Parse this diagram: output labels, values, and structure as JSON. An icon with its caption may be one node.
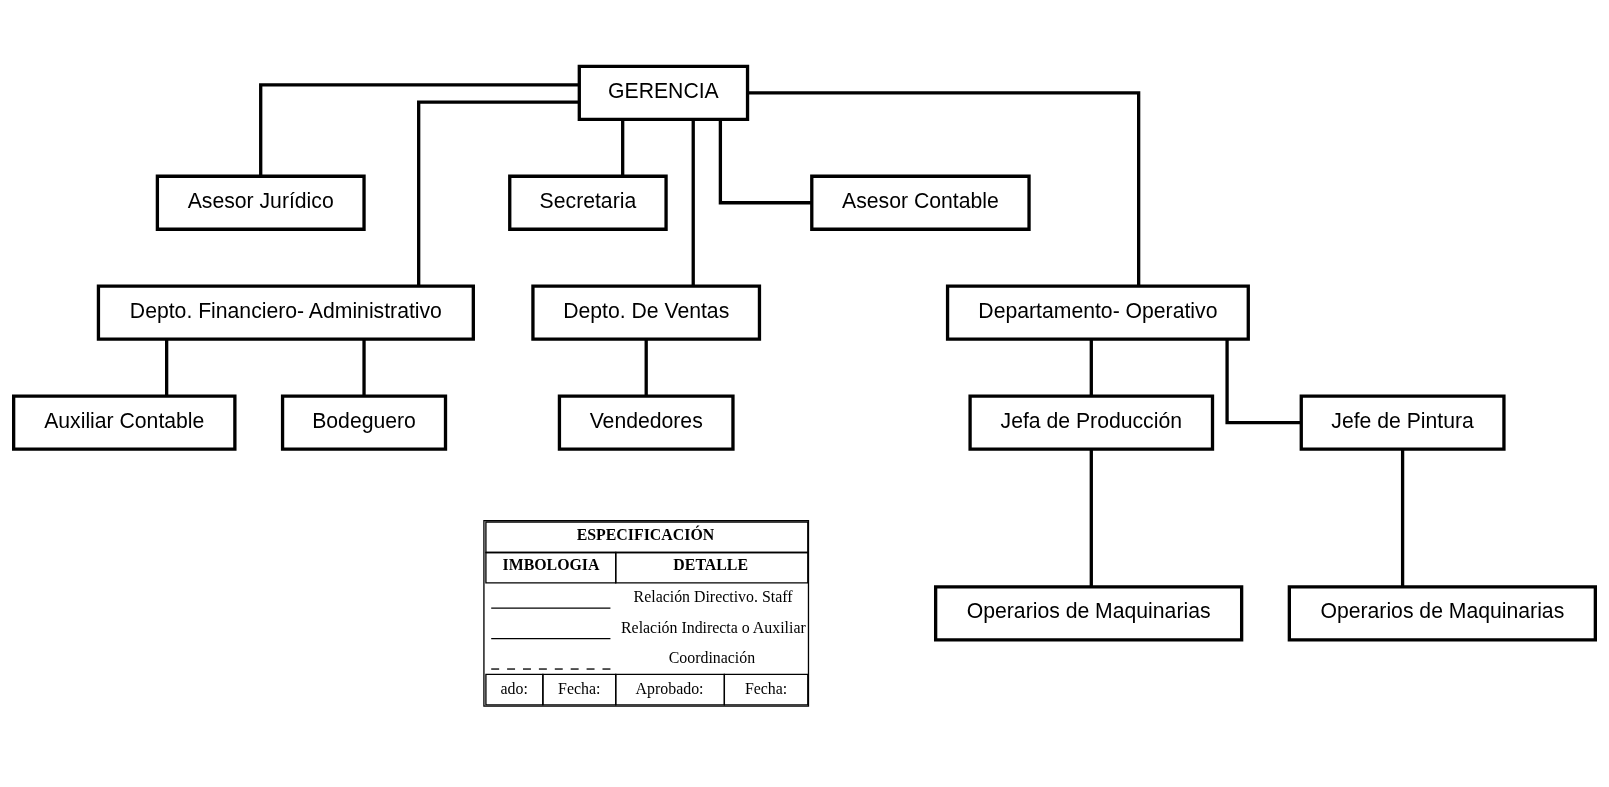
{
  "diagram": {
    "nodes": [
      {
        "text": [
          "GERENCIA"
        ]
      },
      {
        "text": [
          "Asesor Jurídico"
        ]
      },
      {
        "text": [
          "Secretaria"
        ]
      },
      {
        "text": [
          "Asesor Contable"
        ]
      },
      {
        "text": [
          "Depto. De Ventas"
        ]
      },
      {
        "text": [
          "Depto. Financiero- Administrativo"
        ]
      },
      {
        "text": [
          "Departamento- Operativo"
        ]
      },
      {
        "text": [
          "Vendedores"
        ]
      },
      {
        "text": [
          "Auxiliar Contable"
        ]
      },
      {
        "text": [
          "Bodeguero"
        ]
      },
      {
        "text": [
          "Jefa de Producción"
        ]
      },
      {
        "text": [
          "Jefe de Pintura"
        ]
      },
      {
        "text": [
          "Operarios de Maquinarias"
        ]
      },
      {
        "text": [
          "Operarios de Maquinarias"
        ]
      }
    ],
    "edges": [
      {
        "from": 0,
        "to": 1,
        "arrow": "none"
      },
      {
        "from": 0,
        "to": 2,
        "arrow": "none"
      },
      {
        "from": 0,
        "to": 3,
        "arrow": "none"
      },
      {
        "from": 0,
        "to": 4,
        "arrow": "none"
      },
      {
        "from": 0,
        "to": 5,
        "arrow": "none"
      },
      {
        "from": 0,
        "to": 6,
        "arrow": "none"
      },
      {
        "from": 4,
        "to": 7,
        "arrow": "none"
      },
      {
        "from": 5,
        "to": 8,
        "arrow": "none"
      },
      {
        "from": 5,
        "to": 9,
        "arrow": "none"
      },
      {
        "from": 6,
        "to": 10,
        "arrow": "none"
      },
      {
        "from": 6,
        "to": 11,
        "arrow": "none"
      },
      {
        "from": 10,
        "to": 12,
        "arrow": "none"
      },
      {
        "from": 11,
        "to": 13,
        "arrow": "none"
      }
    ],
    "labels": [
      "ESPECIFICACIÓN",
      "IMBOLOGIA",
      "DETALLE",
      "ado:",
      "Fecha:",
      "Aprobado:",
      "Fecha:"
    ],
    "legend": [
      {
        "text": "Relación Directivo. Staff"
      },
      {
        "text": "Relación Indirecta o Auxiliar"
      },
      {
        "text": "Coordinación"
      }
    ]
  }
}
